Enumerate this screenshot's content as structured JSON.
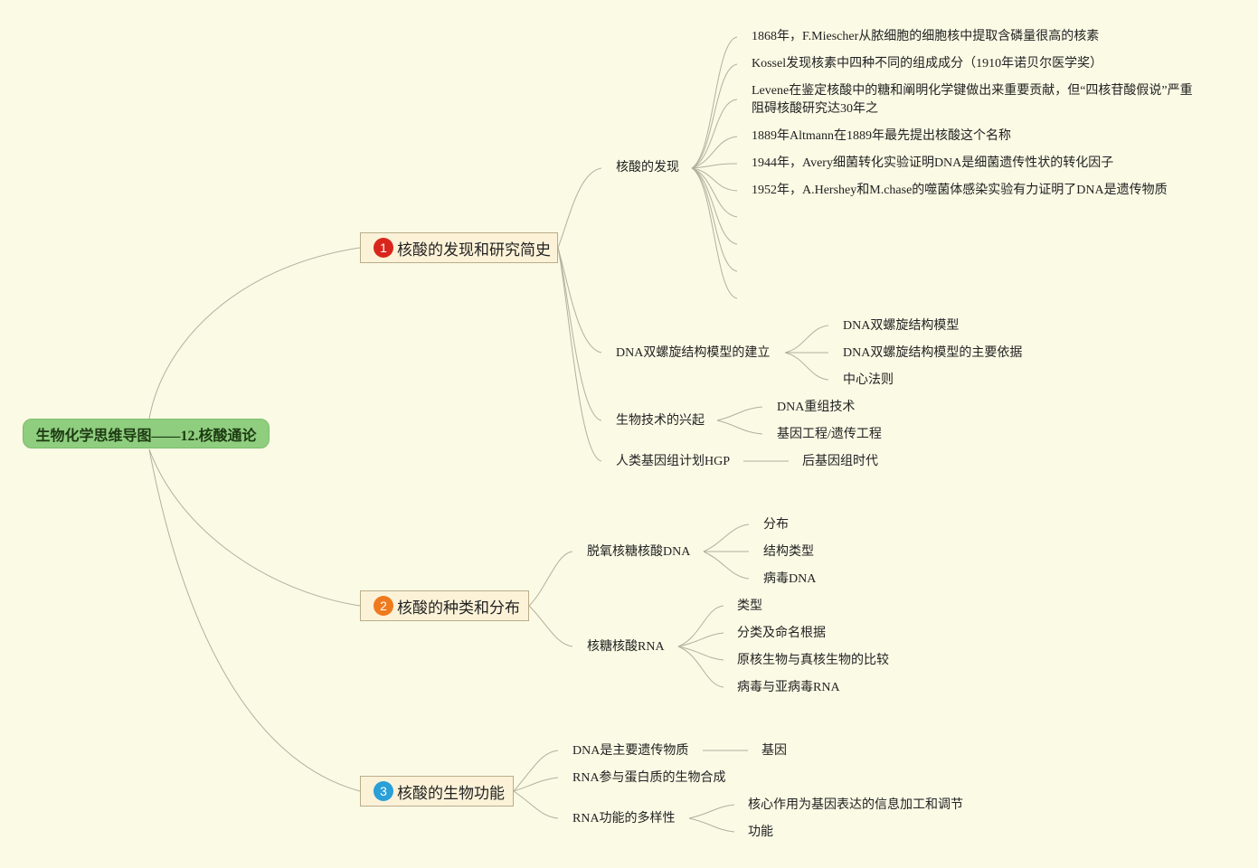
{
  "root": {
    "title": "生物化学思维导图——12.核酸通论",
    "color": "#8fce7f"
  },
  "topics": [
    {
      "num": "1",
      "label": "核酸的发现和研究简史",
      "badge_color": "#d9261c"
    },
    {
      "num": "2",
      "label": "核酸的种类和分布",
      "badge_color": "#ef7a1e"
    },
    {
      "num": "3",
      "label": "核酸的生物功能",
      "badge_color": "#2a9fd8"
    }
  ],
  "t1": {
    "discovery": {
      "label": "核酸的发现",
      "items": [
        "1868年，F.Miescher从脓细胞的细胞核中提取含磷量很高的核素",
        "Kossel发现核素中四种不同的组成成分（1910年诺贝尔医学奖）",
        "Levene在鉴定核酸中的糖和阐明化学键做出来重要贡献，但“四核苷酸假说”严重阻碍核酸研究达30年之",
        "1889年Altmann在1889年最先提出核酸这个名称",
        "1944年，Avery细菌转化实验证明DNA是细菌遗传性状的转化因子",
        "1952年，A.Hershey和M.chase的噬菌体感染实验有力证明了DNA是遗传物质"
      ]
    },
    "dna_model": {
      "label": "DNA双螺旋结构模型的建立",
      "items": [
        "DNA双螺旋结构模型",
        "DNA双螺旋结构模型的主要依据",
        "中心法则"
      ]
    },
    "biotech": {
      "label": "生物技术的兴起",
      "items": [
        "DNA重组技术",
        "基因工程/遗传工程"
      ]
    },
    "hgp": {
      "label": "人类基因组计划HGP",
      "items": [
        "后基因组时代"
      ]
    }
  },
  "t2": {
    "dna": {
      "label": "脱氧核糖核酸DNA",
      "items": [
        "分布",
        "结构类型",
        "病毒DNA"
      ]
    },
    "rna": {
      "label": "核糖核酸RNA",
      "items": [
        "类型",
        "分类及命名根据",
        "原核生物与真核生物的比较",
        "病毒与亚病毒RNA"
      ]
    }
  },
  "t3": {
    "dna_main": {
      "label": "DNA是主要遗传物质",
      "items": [
        "基因"
      ]
    },
    "rna_protein": {
      "label": "RNA参与蛋白质的生物合成"
    },
    "rna_diverse": {
      "label": "RNA功能的多样性",
      "items": [
        "核心作用为基因表达的信息加工和调节",
        "功能"
      ]
    }
  }
}
